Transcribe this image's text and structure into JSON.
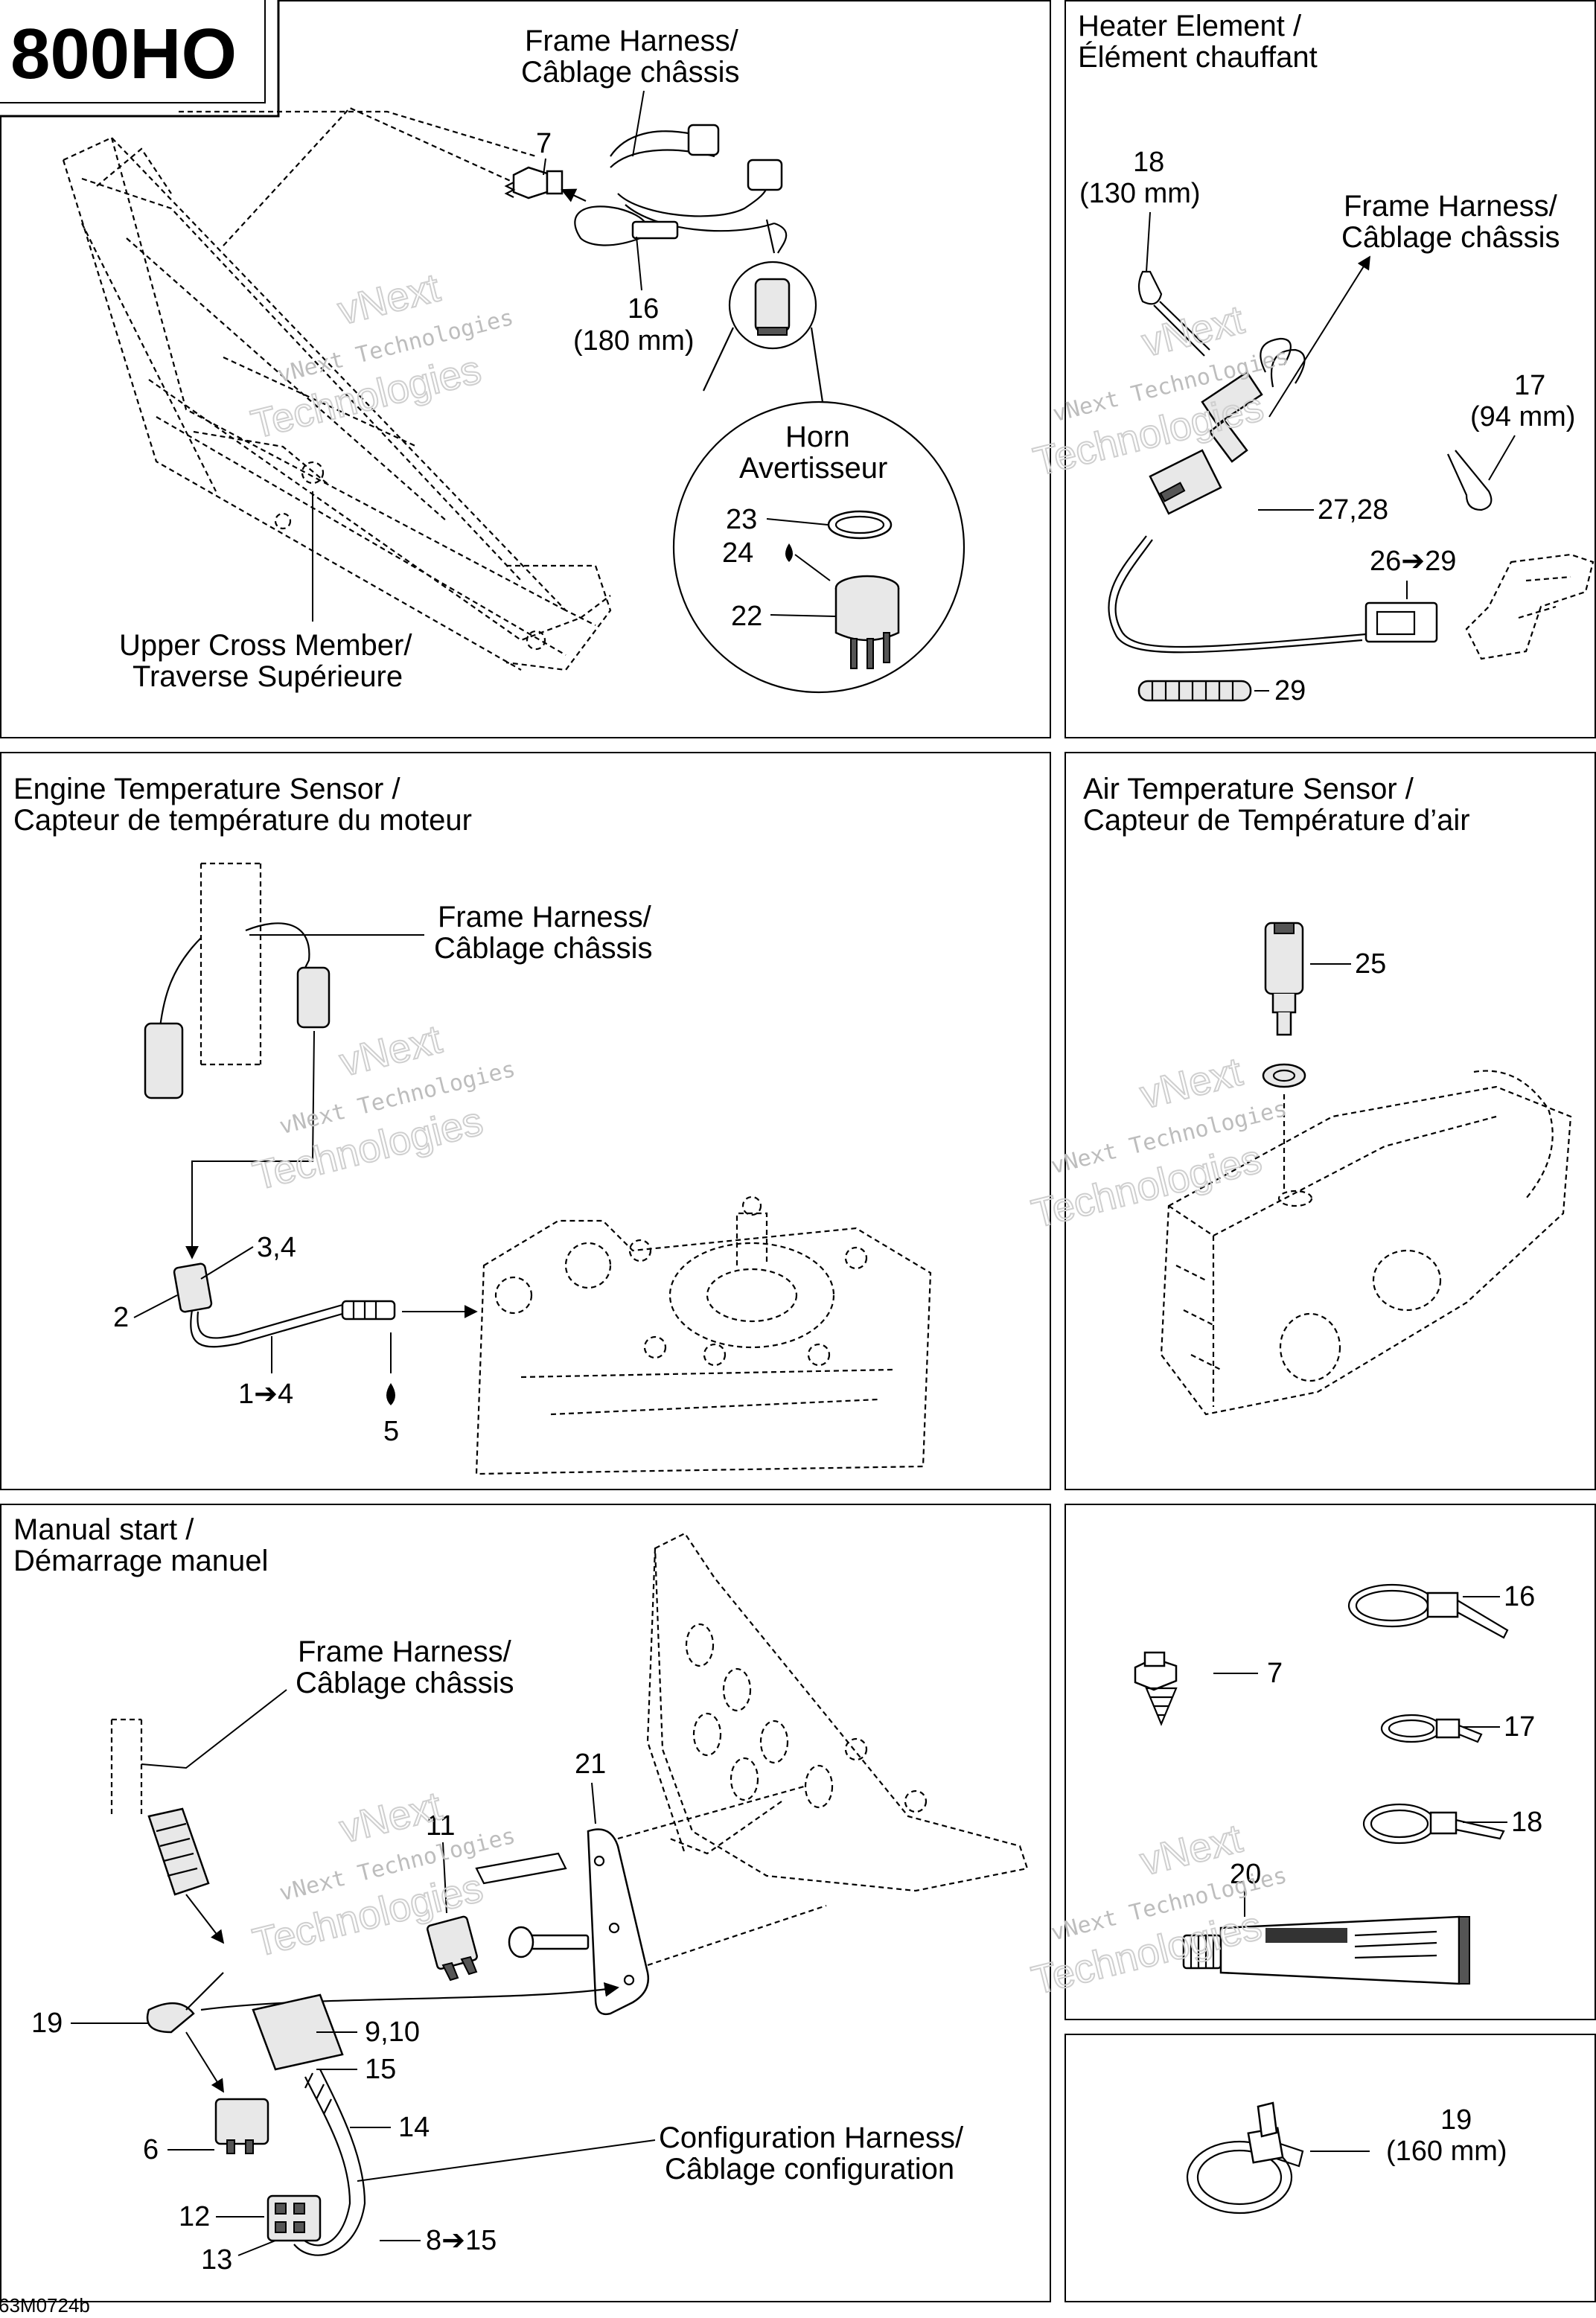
{
  "model_badge": "800HO",
  "figure_code": "63M0724b",
  "watermark": {
    "line1": "vNext",
    "line2": "vNext Technologies",
    "line3": "Technologies"
  },
  "panels": {
    "horn": {
      "frame_harness": [
        "Frame Harness/",
        "Câblage châssis"
      ],
      "horn_title": [
        "Horn",
        "Avertisseur"
      ],
      "cross_member": [
        "Upper Cross Member/",
        "Traverse Supérieure"
      ],
      "callouts": {
        "c7": "7",
        "c16": "16",
        "c16_size": "(180 mm)",
        "c23": "23",
        "c24": "24",
        "c22": "22"
      }
    },
    "heater": {
      "title": [
        "Heater Element /",
        "Élément chauffant"
      ],
      "frame_harness": [
        "Frame Harness/",
        "Câblage châssis"
      ],
      "callouts": {
        "c18": "18",
        "c18_size": "(130 mm)",
        "c17": "17",
        "c17_size": "(94 mm)",
        "c27_28": "27,28",
        "c26_29": "26➔29",
        "c29": "29"
      }
    },
    "engine_temp": {
      "title": [
        "Engine Temperature Sensor /",
        "Capteur de température du moteur"
      ],
      "frame_harness": [
        "Frame Harness/",
        "Câblage châssis"
      ],
      "callouts": {
        "c3_4": "3,4",
        "c2": "2",
        "c1_4": "1➔4",
        "c5": "5"
      }
    },
    "air_temp": {
      "title": [
        "Air Temperature Sensor /",
        "Capteur de Température d’air"
      ],
      "callouts": {
        "c25": "25"
      }
    },
    "manual_start": {
      "title": [
        "Manual start /",
        "Démarrage manuel"
      ],
      "frame_harness": [
        "Frame Harness/",
        "Câblage châssis"
      ],
      "config_harness": [
        "Configuration Harness/",
        "Câblage configuration"
      ],
      "callouts": {
        "c21": "21",
        "c11": "11",
        "c19": "19",
        "c9_10": "9,10",
        "c15": "15",
        "c14": "14",
        "c6": "6",
        "c12": "12",
        "c13": "13",
        "c8_15": "8➔15"
      }
    },
    "hardware": {
      "callouts": {
        "c16": "16",
        "c7": "7",
        "c17": "17",
        "c18": "18",
        "c20": "20"
      }
    },
    "clamp": {
      "callouts": {
        "c19": "19",
        "c19_size": "(160 mm)"
      }
    }
  }
}
